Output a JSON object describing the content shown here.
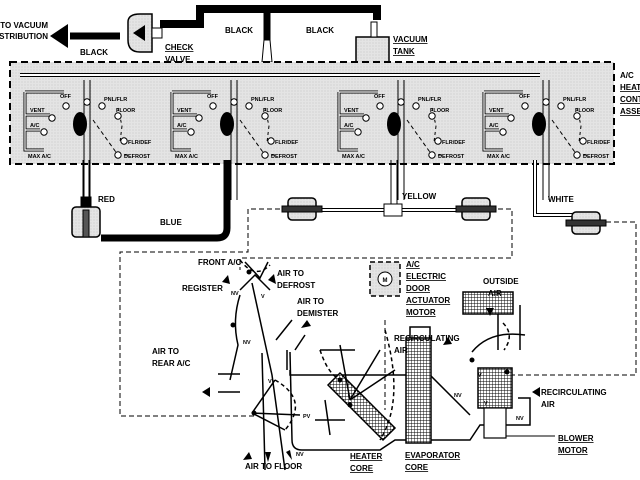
{
  "source": {
    "line1": "TO VACUUM",
    "line2": "DISTRIBUTION"
  },
  "hoses": {
    "black_1": "BLACK",
    "black_2": "BLACK",
    "black_3": "BLACK",
    "red": "RED",
    "blue": "BLUE",
    "yellow": "YELLOW",
    "white": "WHITE"
  },
  "check_valve": {
    "line1": "CHECK",
    "line2": "VALVE"
  },
  "vacuum_tank": {
    "line1": "VACUUM",
    "line2": "TANK"
  },
  "control_assembly": {
    "line1": "A/C",
    "line2": "HEATER",
    "line3": "CONTROL",
    "line4": "ASSEMBLY"
  },
  "switch_positions": {
    "off": "OFF",
    "vent": "VENT",
    "ac": "A/C",
    "max_ac": "MAX A/C",
    "pnl_flr": "PNL/FLR",
    "floor": "FLOOR",
    "flr_def": "FLR/DEF",
    "defrost": "DEFROST"
  },
  "duct": {
    "front_ac": "FRONT A/C",
    "register": "REGISTER",
    "air_to_defrost": {
      "line1": "AIR TO",
      "line2": "DEFROST"
    },
    "air_to_demister": {
      "line1": "AIR TO",
      "line2": "DEMISTER"
    },
    "air_to_rear_ac": {
      "line1": "AIR TO",
      "line2": "REAR A/C"
    },
    "air_to_floor": "AIR TO FLOOR",
    "actuator": {
      "line1": "A/C",
      "line2": "ELECTRIC",
      "line3": "DOOR",
      "line4": "ACTUATOR",
      "line5": "MOTOR",
      "symbol": "M"
    },
    "outside_air": {
      "line1": "OUTSIDE",
      "line2": "AIR"
    },
    "recirc_air_1": {
      "line1": "RECIRCULATING",
      "line2": "AIR"
    },
    "recirc_air_2": {
      "line1": "RECIRCULATING",
      "line2": "AIR"
    },
    "heater_core": {
      "line1": "HEATER",
      "line2": "CORE"
    },
    "evaporator_core": {
      "line1": "EVAPORATOR",
      "line2": "CORE"
    },
    "blower_motor": {
      "line1": "BLOWER",
      "line2": "MOTOR"
    },
    "nv": "NV",
    "v": "V",
    "pv": "PV"
  }
}
